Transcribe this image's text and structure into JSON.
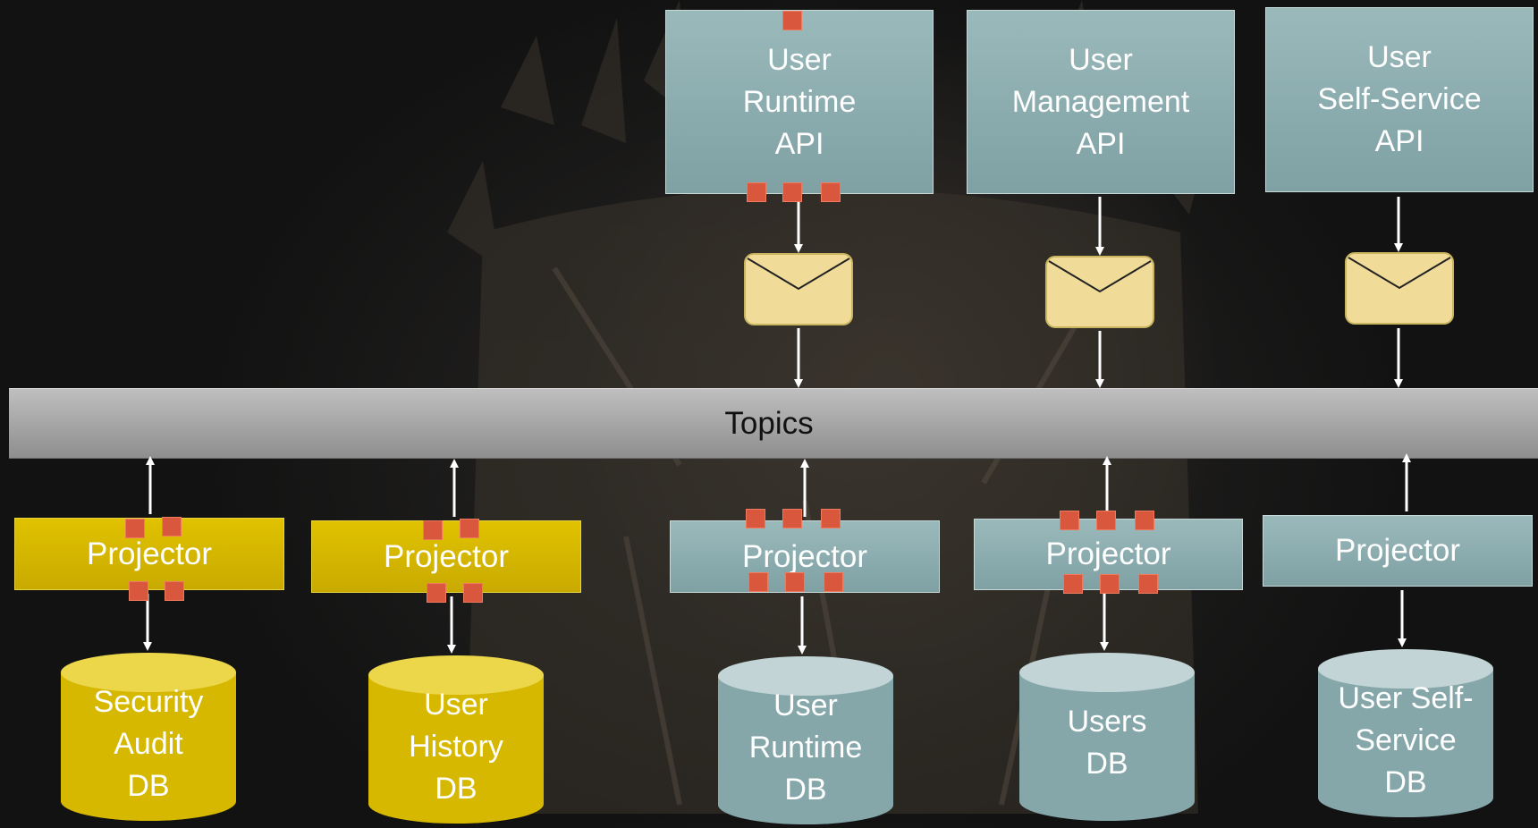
{
  "apis": [
    {
      "id": "runtime",
      "lines": [
        "User",
        "Runtime",
        "API"
      ]
    },
    {
      "id": "management",
      "lines": [
        "User",
        "Management",
        "API"
      ]
    },
    {
      "id": "self_service",
      "lines": [
        "User",
        "Self-Service",
        "API"
      ]
    }
  ],
  "topics": {
    "label": "Topics"
  },
  "projectors": [
    {
      "label": "Projector"
    },
    {
      "label": "Projector"
    },
    {
      "label": "Projector"
    },
    {
      "label": "Projector"
    },
    {
      "label": "Projector"
    }
  ],
  "databases": [
    {
      "lines": [
        "Security",
        "Audit",
        "DB"
      ]
    },
    {
      "lines": [
        "User",
        "History",
        "DB"
      ]
    },
    {
      "lines": [
        "User",
        "Runtime",
        "DB"
      ]
    },
    {
      "lines": [
        "Users",
        "DB"
      ]
    },
    {
      "lines": [
        "User Self-",
        "Service",
        "DB"
      ]
    }
  ],
  "colors": {
    "teal": "#8fb0b3",
    "yellow": "#d4b600",
    "event_marker": "#d9573c",
    "envelope": "#f0dc98",
    "topics_bar": "#a8a8a8"
  },
  "icons": {
    "message": "envelope-icon",
    "database": "cylinder-icon",
    "event": "square-marker"
  }
}
